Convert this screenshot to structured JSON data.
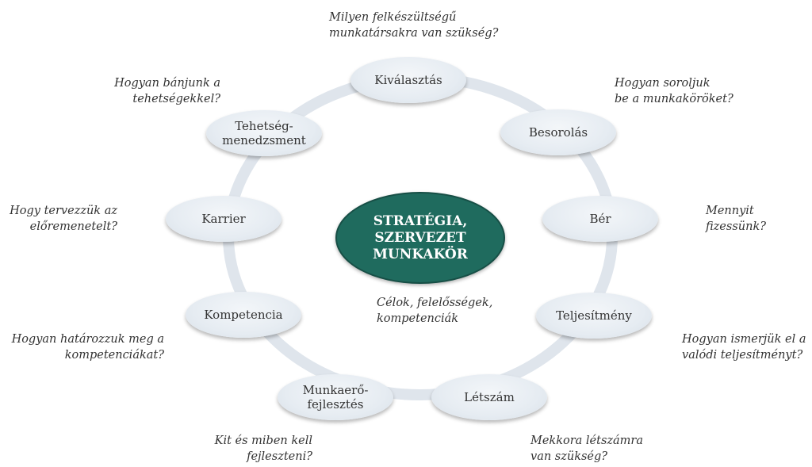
{
  "center": {
    "label": "STRATÉGIA,\nSZERVEZET\nMUNKAKÖR"
  },
  "center_caption": "Célok, felelősségek,\nkompetenciák",
  "nodes": [
    {
      "label": "Kiválasztás"
    },
    {
      "label": "Besorolás"
    },
    {
      "label": "Bér"
    },
    {
      "label": "Teljesítmény"
    },
    {
      "label": "Létszám"
    },
    {
      "label": "Munkaerő-\nfejlesztés"
    },
    {
      "label": "Kompetencia"
    },
    {
      "label": "Karrier"
    },
    {
      "label": "Tehetség-\nmenedzsment"
    }
  ],
  "questions": [
    {
      "text": "Milyen felkészültségű\nmunkatársakra van szükség?"
    },
    {
      "text": "Hogyan soroljuk\nbe a munkaköröket?"
    },
    {
      "text": "Mennyit\nfizessünk?"
    },
    {
      "text": "Hogyan ismerjük el a\nvalódi teljesítményt?"
    },
    {
      "text": "Mekkora létszámra\nvan szükség?"
    },
    {
      "text": "Kit és miben kell\nfejleszteni?"
    },
    {
      "text": "Hogyan határozzuk meg a\nkompetenciákat?"
    },
    {
      "text": "Hogy tervezzük az\nelőremenetelt?"
    },
    {
      "text": "Hogyan bánjunk a\ntehetségekkel?"
    }
  ],
  "colors": {
    "center_fill": "#1f6b5e",
    "ring": "#dfe5ec",
    "node_fill": "#e6ecf2"
  }
}
